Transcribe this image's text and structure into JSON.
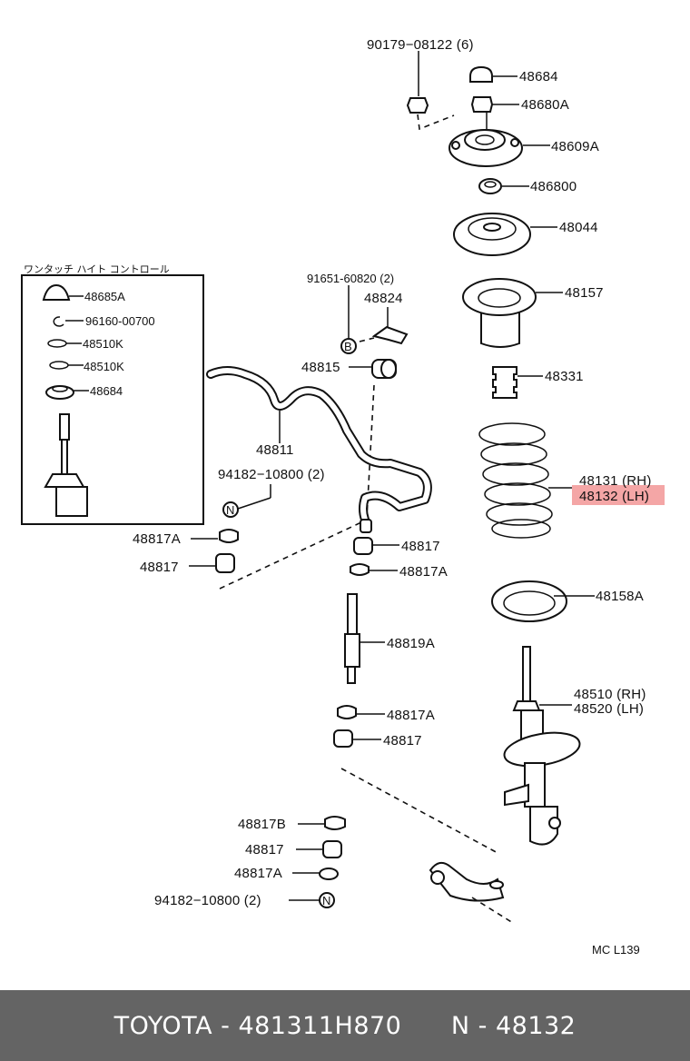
{
  "labels": {
    "p90179": "90179−08122 (6)",
    "p48684_top": "48684",
    "p48680A": "48680A",
    "p48609A": "48609A",
    "p48680D": "486800",
    "p48044": "48044",
    "p48157": "48157",
    "p48331": "48331",
    "p48131": "48131 (RH)",
    "p48132": "48132 (LH)",
    "p48158A": "48158A",
    "p48510": "48510 (RH)",
    "p48520": "48520 (LH)",
    "p91651": "91651-60820 (2)",
    "p48824": "48824",
    "p48815": "48815",
    "p48811": "48811",
    "p94182_mid": "94182−10800 (2)",
    "p48817A_l": "48817A",
    "p48817_l": "48817",
    "p48817_r1": "48817",
    "p48817A_r1": "48817A",
    "p48819A": "48819A",
    "p48817A_r2": "48817A",
    "p48817_r2": "48817",
    "p48817B": "48817B",
    "p48817_b": "48817",
    "p48817A_b": "48817A",
    "p94182_b": "94182−10800 (2)",
    "mc": "MC  L139"
  },
  "inset": {
    "title": "ワンタッチ  ハイト  コントロール",
    "p48685A": "48685A",
    "p96160": "96160-00700",
    "p48510K_1": "48510K",
    "p48510K_2": "48510K",
    "p48684": "48684"
  },
  "footer": {
    "brand_part": "TOYOTA - 481311H870",
    "alt_part": "N - 48132"
  },
  "colors": {
    "highlight": "#f4a6a6",
    "footer_bg": "#646464",
    "footer_text": "#ffffff"
  }
}
